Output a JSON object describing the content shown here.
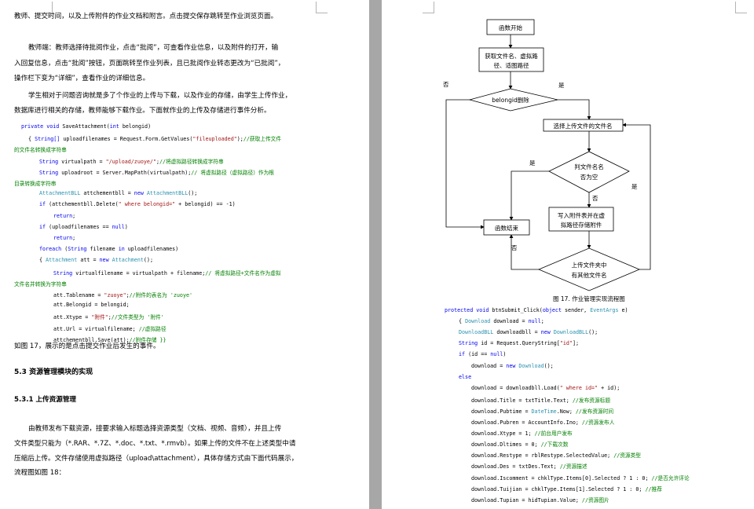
{
  "left": {
    "para1": "教师、提交时间，以及上传附件的作业文档和附言。点击提交保存跳转至作业浏览页面。",
    "para2": [
      "教师端：教师选择待批阅作业，点击“批阅”，可查看作业信息，以及附件的打开，输",
      "入回复信息，点击“批阅”按钮，页面跳转至作业列表，且已批阅作业转态更改为“已批阅”，",
      "操作栏下变为“详细”，查看作业的详细信息。"
    ],
    "para3": [
      "学生相对于问题咨询就是多了个作业的上传与下载，以及作业的存储，由学生上传作业，",
      "数据库进行相关的存储，教师能够下载作业。下面就作业的上传及存储进行事件分析。"
    ],
    "code": [
      [
        {
          "t": "private void ",
          "c": "kw"
        },
        {
          "t": "SaveAttachment(",
          "c": ""
        },
        {
          "t": "int ",
          "c": "kw"
        },
        {
          "t": "belongid)",
          "c": ""
        }
      ],
      [
        {
          "t": "{    ",
          "c": ""
        },
        {
          "t": "String[] ",
          "c": "kw"
        },
        {
          "t": "uploadfilenames = Request.Form.GetValues(",
          "c": ""
        },
        {
          "t": "\"fileuploaded\"",
          "c": "st"
        },
        {
          "t": ");",
          "c": ""
        },
        {
          "t": "//获取上传文件",
          "c": "cm"
        }
      ],
      [
        {
          "t": "的文件名转换成字符串",
          "c": "cm"
        }
      ],
      [
        {
          "t": "String ",
          "c": "kw"
        },
        {
          "t": "virtualpath = ",
          "c": ""
        },
        {
          "t": "\"/upload/zuoye/\"",
          "c": "st"
        },
        {
          "t": ";",
          "c": ""
        },
        {
          "t": "//将虚拟路径转换成字符串",
          "c": "cm"
        }
      ],
      [
        {
          "t": "String ",
          "c": "kw"
        },
        {
          "t": "uploadroot = Server.MapPath(virtualpath);",
          "c": ""
        },
        {
          "t": "// 将虚拟路径（虚拟路径）作为根",
          "c": "cm"
        }
      ],
      [
        {
          "t": "目录转换成字符串",
          "c": "cm"
        }
      ],
      [
        {
          "t": "AttachmentBLL ",
          "c": "cls"
        },
        {
          "t": "attchementbll = ",
          "c": ""
        },
        {
          "t": "new ",
          "c": "kw"
        },
        {
          "t": "AttachmentBLL",
          "c": "cls"
        },
        {
          "t": "();",
          "c": ""
        }
      ],
      [
        {
          "t": "if ",
          "c": "kw"
        },
        {
          "t": "(attchementbll.Delete(",
          "c": ""
        },
        {
          "t": "\" where belongid=\"",
          "c": "st"
        },
        {
          "t": " + belongid) == -1)",
          "c": ""
        }
      ],
      [
        {
          "t": "return",
          "c": "kw"
        },
        {
          "t": ";",
          "c": ""
        }
      ],
      [
        {
          "t": "if ",
          "c": "kw"
        },
        {
          "t": "(uploadfilenames == ",
          "c": ""
        },
        {
          "t": "null",
          "c": "kw"
        },
        {
          "t": ")",
          "c": ""
        }
      ],
      [
        {
          "t": "return",
          "c": "kw"
        },
        {
          "t": ";",
          "c": ""
        }
      ],
      [
        {
          "t": "foreach ",
          "c": "kw"
        },
        {
          "t": "(",
          "c": ""
        },
        {
          "t": "String ",
          "c": "kw"
        },
        {
          "t": "filename ",
          "c": ""
        },
        {
          "t": "in ",
          "c": "kw"
        },
        {
          "t": "uploadfilenames)",
          "c": ""
        }
      ],
      [
        {
          "t": "{    ",
          "c": ""
        },
        {
          "t": "Attachment ",
          "c": "cls"
        },
        {
          "t": "att = ",
          "c": ""
        },
        {
          "t": "new ",
          "c": "kw"
        },
        {
          "t": "Attachment",
          "c": "cls"
        },
        {
          "t": "();",
          "c": ""
        }
      ],
      [
        {
          "t": "String ",
          "c": "kw"
        },
        {
          "t": "virtualfilename = virtualpath + filename;",
          "c": ""
        },
        {
          "t": "// 将虚拟路径+文件名作为虚拟",
          "c": "cm"
        }
      ],
      [
        {
          "t": "文件名并转换为字符串",
          "c": "cm"
        }
      ],
      [
        {
          "t": "att.Tablename = ",
          "c": ""
        },
        {
          "t": "\"zuoye\"",
          "c": "st"
        },
        {
          "t": ";",
          "c": ""
        },
        {
          "t": "//附件的表名为 'zuoye'",
          "c": "cm"
        }
      ],
      [
        {
          "t": "att.Belongid = belongid;",
          "c": ""
        }
      ],
      [
        {
          "t": "att.Xtype = ",
          "c": ""
        },
        {
          "t": "\"附件\"",
          "c": "st"
        },
        {
          "t": ";",
          "c": ""
        },
        {
          "t": "//文件类型为 '附件'",
          "c": "cm"
        }
      ],
      [
        {
          "t": "att.Url = virtualfilename; ",
          "c": ""
        },
        {
          "t": "//虚拟路径",
          "c": "cm"
        }
      ],
      [
        {
          "t": "attchementbll.Save(att);",
          "c": ""
        },
        {
          "t": "//附件存储   }}",
          "c": "cm"
        }
      ]
    ],
    "after_code": "如图 17，展示的是点击提交作业后发生的事件。",
    "h2": "5.3  资源管理模块的实现",
    "h3": "5.3.1 上传资源管理",
    "para4": [
      "由教师发布下载资源，接要求输入标题选择资源类型（文档、视频、音频），并且上传",
      "文件类型只能为（*.RAR、*.7Z、*.doc、*.txt、*.rmvb）。如果上传的文件不在上述类型中请",
      "压缩后上传。文件存储使用虚拟路径（upload\\attachment），具体存储方式由下面代码展示，",
      "流程图如图 18："
    ]
  },
  "right": {
    "flow": {
      "start": "函数开始",
      "getname": [
        "获取文件名、虚拟路",
        "径、适图路径"
      ],
      "delete": "belongid删除",
      "select": "选择上传文件的文件名",
      "isempty": [
        "判文件名名",
        "否为空"
      ],
      "write": [
        "写入附件表并在虚",
        "拟路径存储附件"
      ],
      "end": "函数结束",
      "hasmore": [
        "上传文件夹中",
        "有其他文件名"
      ],
      "no1": "否",
      "yes1": "是",
      "yes2": "是",
      "no2": "否",
      "no3": "否",
      "yes3": "是"
    },
    "caption": "图 17. 作业管理实现流程图",
    "code": [
      [
        {
          "t": "protected void ",
          "c": "kw"
        },
        {
          "t": "btnSubmit_Click(",
          "c": ""
        },
        {
          "t": "object ",
          "c": "kw"
        },
        {
          "t": "sender, ",
          "c": ""
        },
        {
          "t": "EventArgs ",
          "c": "cls"
        },
        {
          "t": "e)",
          "c": ""
        }
      ],
      [
        {
          "t": "{  ",
          "c": ""
        },
        {
          "t": "Download ",
          "c": "cls"
        },
        {
          "t": "download = ",
          "c": ""
        },
        {
          "t": "null",
          "c": "kw"
        },
        {
          "t": ";",
          "c": ""
        }
      ],
      [
        {
          "t": "DownloadBLL ",
          "c": "cls"
        },
        {
          "t": "downloadbll = ",
          "c": ""
        },
        {
          "t": "new ",
          "c": "kw"
        },
        {
          "t": "DownloadBLL",
          "c": "cls"
        },
        {
          "t": "();",
          "c": ""
        }
      ],
      [
        {
          "t": "String ",
          "c": "kw"
        },
        {
          "t": "id = Request.QueryString[",
          "c": ""
        },
        {
          "t": "\"id\"",
          "c": "st"
        },
        {
          "t": "];",
          "c": ""
        }
      ],
      [
        {
          "t": "if ",
          "c": "kw"
        },
        {
          "t": "(id == ",
          "c": ""
        },
        {
          "t": "null",
          "c": "kw"
        },
        {
          "t": ")",
          "c": ""
        }
      ],
      [
        {
          "t": "download = ",
          "c": ""
        },
        {
          "t": "new ",
          "c": "kw"
        },
        {
          "t": "Download",
          "c": "cls"
        },
        {
          "t": "();",
          "c": ""
        }
      ],
      [
        {
          "t": "else",
          "c": "kw"
        }
      ],
      [
        {
          "t": "download = downloadbll.Load(",
          "c": ""
        },
        {
          "t": "\" where id=\"",
          "c": "st"
        },
        {
          "t": " + id);",
          "c": ""
        }
      ],
      [
        {
          "t": "download.Title = txtTitle.Text; ",
          "c": ""
        },
        {
          "t": "//发布资源标题",
          "c": "cm"
        }
      ],
      [
        {
          "t": "download.Pubtime = ",
          "c": ""
        },
        {
          "t": "DateTime",
          "c": "cls"
        },
        {
          "t": ".Now; ",
          "c": ""
        },
        {
          "t": "//发布资源时间",
          "c": "cm"
        }
      ],
      [
        {
          "t": "download.Pubren = AccountInfo.Ino; ",
          "c": ""
        },
        {
          "t": "//资源发布人",
          "c": "cm"
        }
      ],
      [
        {
          "t": "download.Xtype = 1; ",
          "c": ""
        },
        {
          "t": "//前台用户发布",
          "c": "cm"
        }
      ],
      [
        {
          "t": "download.Dltimes = 0; ",
          "c": ""
        },
        {
          "t": "//下载次数",
          "c": "cm"
        }
      ],
      [
        {
          "t": "download.Restype = rblRestype.SelectedValue; ",
          "c": ""
        },
        {
          "t": "//资源类型",
          "c": "cm"
        }
      ],
      [
        {
          "t": "download.Des = txtDes.Text; ",
          "c": ""
        },
        {
          "t": "//资源描述",
          "c": "cm"
        }
      ],
      [
        {
          "t": "download.Iscomment = chklType.Items[0].Selected ? 1 : 0; ",
          "c": ""
        },
        {
          "t": "//是否允许评论",
          "c": "cm"
        }
      ],
      [
        {
          "t": "download.Tuijian = chklType.Items[1].Selected ? 1 : 0; ",
          "c": ""
        },
        {
          "t": "//推荐",
          "c": "cm"
        }
      ],
      [
        {
          "t": "download.Tupian = hidTupian.Value; ",
          "c": ""
        },
        {
          "t": "//资源图片",
          "c": "cm"
        }
      ]
    ]
  }
}
